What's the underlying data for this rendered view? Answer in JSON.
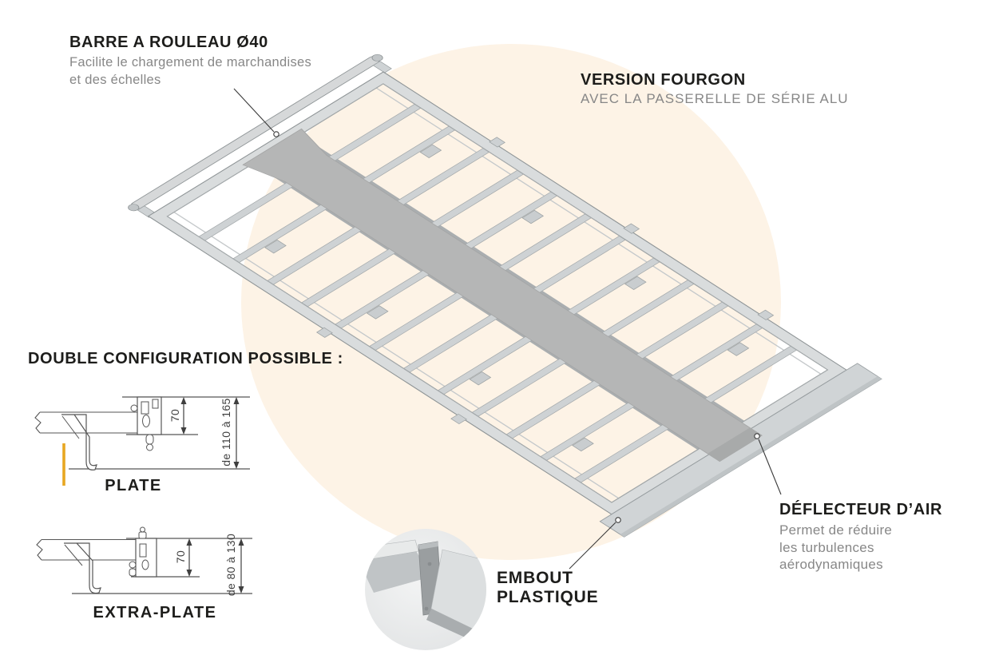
{
  "annotations": {
    "roller_bar": {
      "title": "BARRE A ROULEAU Ø40",
      "desc1": "Facilite le chargement de marchandises",
      "desc2": "et des échelles"
    },
    "version": {
      "title": "VERSION FOURGON",
      "subtitle": "AVEC LA PASSERELLE DE SÉRIE ALU"
    },
    "double_configuration": {
      "heading": "DOUBLE CONFIGURATION POSSIBLE :"
    },
    "plate": {
      "label": "PLATE",
      "dim_height": "70",
      "dim_range": "de 110 à 165"
    },
    "extra_plate": {
      "label": "EXTRA-PLATE",
      "dim_height": "70",
      "dim_range": "de 80 à 130"
    },
    "embout": {
      "line1": "EMBOUT",
      "line2": "PLASTIQUE"
    },
    "deflecteur": {
      "title": "DÉFLECTEUR D’AIR",
      "desc1": "Permet de réduire",
      "desc2": "les turbulences",
      "desc3": "aérodynamiques"
    }
  },
  "colors": {
    "background": "#ffffff",
    "halo": "#fdf3e6",
    "heading_text": "#1d1d1b",
    "body_text": "#878787",
    "metal_light": "#d9dcdd",
    "metal_mid": "#c6cacc",
    "walkway_gray": "#b5b6b6",
    "leader_line": "#3a3a3a",
    "accent_yellow": "#e8a722"
  }
}
